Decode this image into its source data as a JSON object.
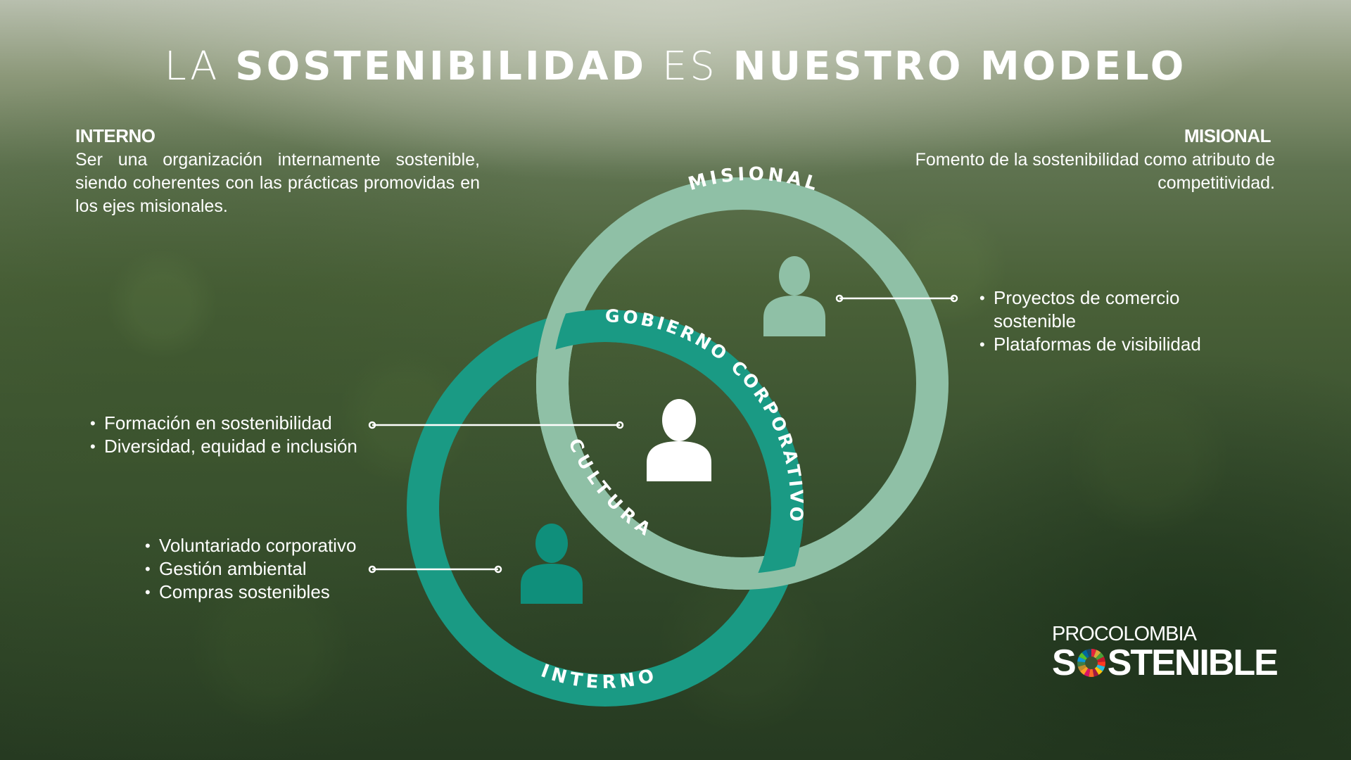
{
  "title": {
    "p1": "LA",
    "p2": "SOSTENIBILIDAD",
    "p3": "ES",
    "p4": "NUESTRO MODELO"
  },
  "interno": {
    "heading": "INTERNO",
    "description": "Ser una organización internamente sostenible, siendo coherentes con las prácticas promovidas en los ejes misionales."
  },
  "misional": {
    "heading": "MISIONAL",
    "description": "Fomento de la sostenibilidad como atributo de competitividad."
  },
  "diagram": {
    "ring_labels": {
      "misional": "MISIONAL",
      "interno": "INTERNO",
      "gobierno": "GOBIERNO CORPORATIVO",
      "cultura": "CULTURA"
    },
    "colors": {
      "misional_ring": "#8fc0a6",
      "interno_ring": "#1a9a84",
      "gobierno_band": "#1a9a84",
      "cultura_band": "#8fc0a6",
      "misional_person": "#8fc0a6",
      "interno_person": "#0f8f7b",
      "center_person": "#ffffff"
    }
  },
  "lists": {
    "misional": [
      "Proyectos de comercio sostenible",
      "Plataformas de visibilidad"
    ],
    "center": [
      "Formación en sostenibilidad",
      "Diversidad, equidad e inclusión"
    ],
    "interno": [
      "Voluntariado corporativo",
      "Gestión ambiental",
      "Compras sostenibles"
    ]
  },
  "logo": {
    "line1": "PROCOLOMBIA",
    "line2_pre": "S",
    "line2_post": "STENIBLE"
  }
}
